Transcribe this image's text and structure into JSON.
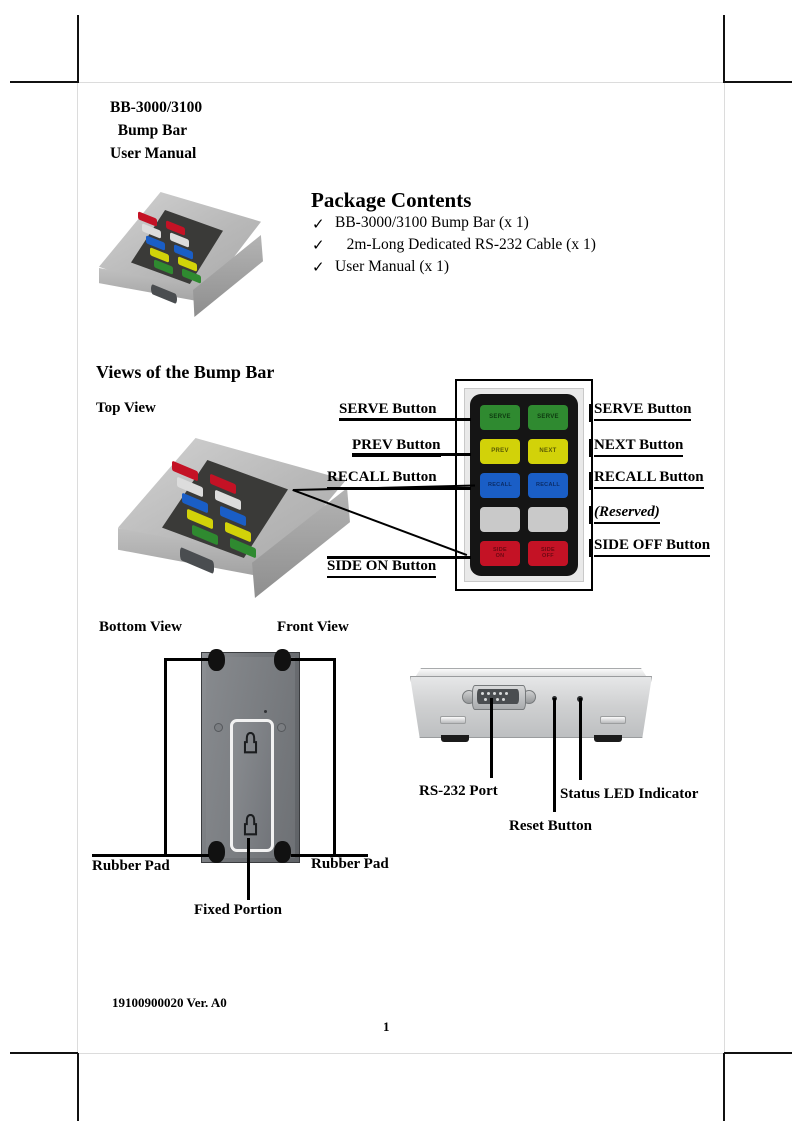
{
  "document": {
    "title_lines": "BB-3000/3100\n  Bump Bar\nUser Manual",
    "footer_code": "19100900020  Ver. A0",
    "page_number": "1"
  },
  "package": {
    "heading": "Package Contents",
    "check_glyph": "✓",
    "items": [
      "BB-3000/3100 Bump Bar (x 1)",
      "   2m-Long Dedicated RS-232 Cable (x 1)",
      "User Manual (x 1)"
    ]
  },
  "views": {
    "heading": "Views of the Bump Bar",
    "top_view": "Top View",
    "bottom_view": "Bottom View",
    "front_view": "Front View"
  },
  "keypad": {
    "rows": [
      {
        "left": "SERVE",
        "right": "SERVE",
        "color": "#2f8a30",
        "text_color": "#0e3a10"
      },
      {
        "left": "PREV",
        "right": "NEXT",
        "color": "#d2d209",
        "text_color": "#5a5a04"
      },
      {
        "left": "RECALL",
        "right": "RECALL",
        "color": "#1a5ec6",
        "text_color": "#0b2d68"
      },
      {
        "left": "",
        "right": "",
        "color": "#c9c9c9",
        "text_color": "#7a7a7a"
      },
      {
        "left": "SIDE\nON",
        "right": "SIDE\nOFF",
        "color": "#c41225",
        "text_color": "#6b0812"
      }
    ]
  },
  "labels": {
    "left": [
      "SERVE Button",
      "PREV Button",
      "RECALL Button",
      "SIDE ON Button"
    ],
    "right": [
      "SERVE Button",
      "NEXT Button",
      "RECALL Button",
      "(Reserved)",
      "SIDE OFF Button"
    ],
    "bottom_view_callouts": [
      "Rubber Pad",
      "Rubber Pad",
      "Fixed Portion"
    ],
    "front_view_callouts": [
      "RS-232 Port",
      "Reset Button",
      "Status LED Indicator"
    ]
  }
}
